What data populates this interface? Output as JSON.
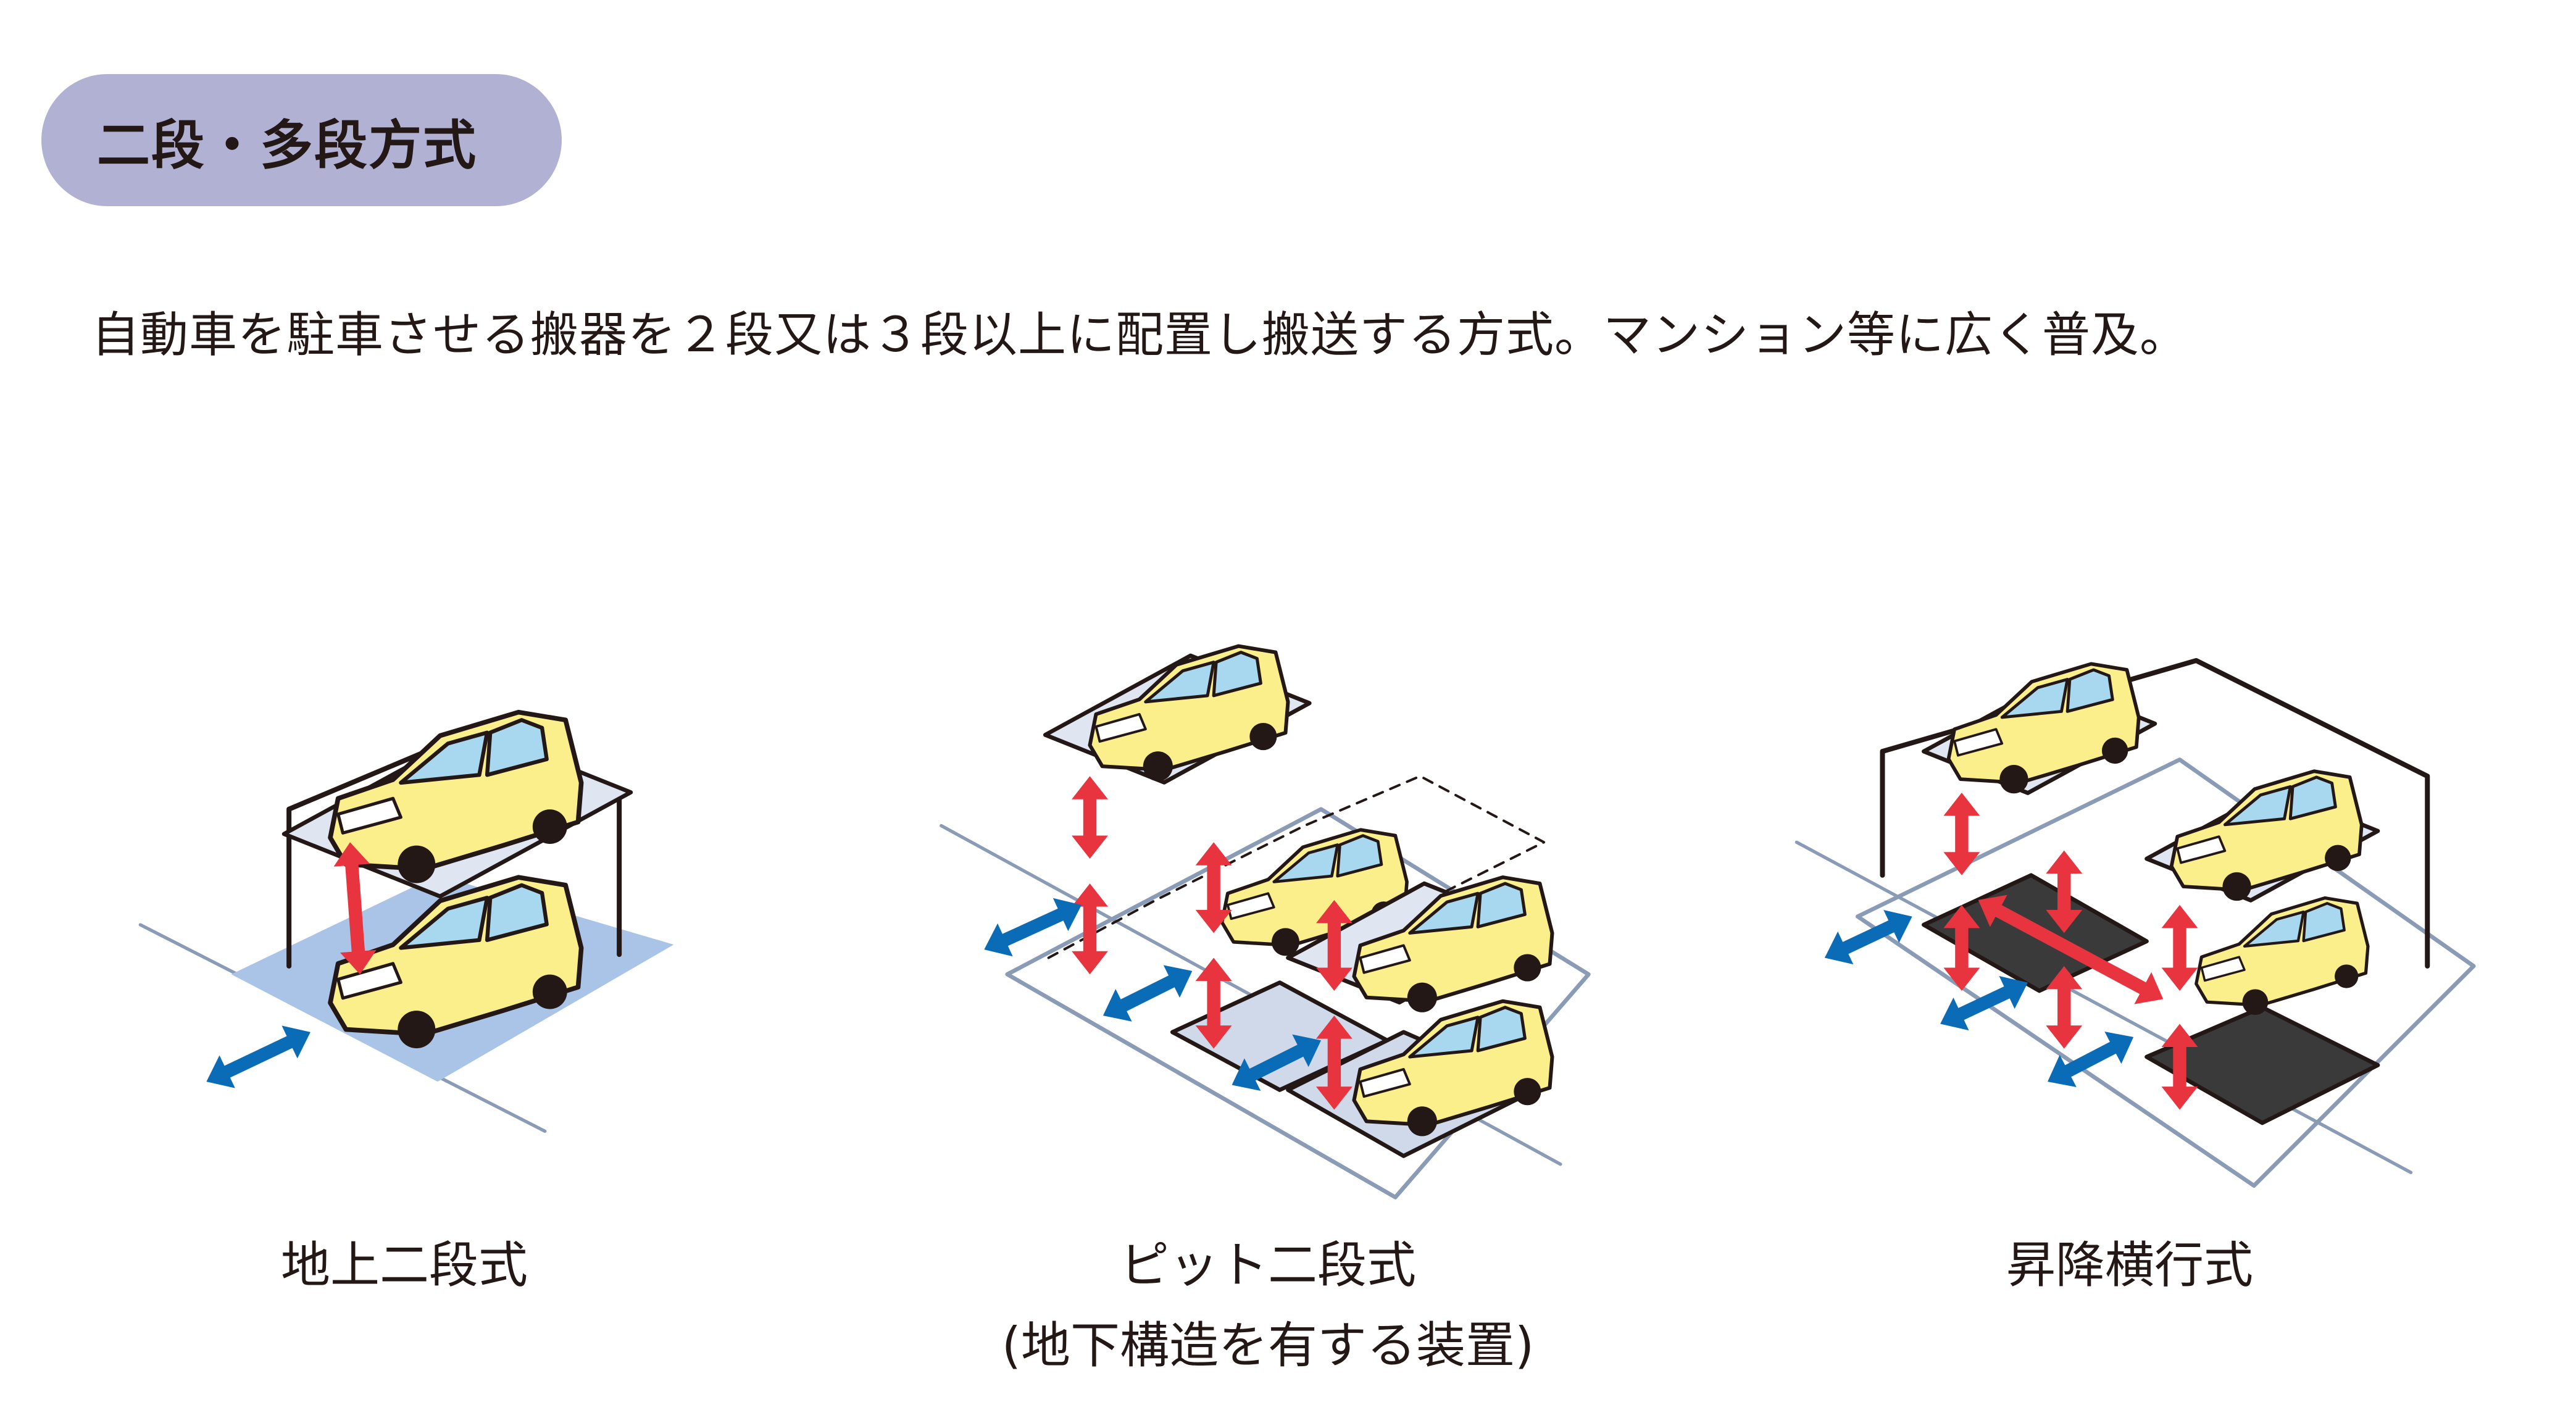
{
  "header": {
    "title": "二段・多段方式"
  },
  "description": "自動車を駐車させる搬器を２段又は３段以上に配置し搬送する方式。マンション等に広く普及。",
  "diagrams": [
    {
      "label": "地上二段式"
    },
    {
      "label": "ピット二段式",
      "sublabel": "(地下構造を有する装置)"
    },
    {
      "label": "昇降横行式"
    }
  ],
  "colors": {
    "pill": "#b1b1d4",
    "car": "#fbef8c",
    "window": "#a8d8f0",
    "platform": "#dfe6f2",
    "pit": "#a9c4e6",
    "lift_arrow": "#e8343f",
    "move_arrow": "#0a6cb6",
    "outline": "#231815",
    "ground_line": "#8a9bb5"
  }
}
